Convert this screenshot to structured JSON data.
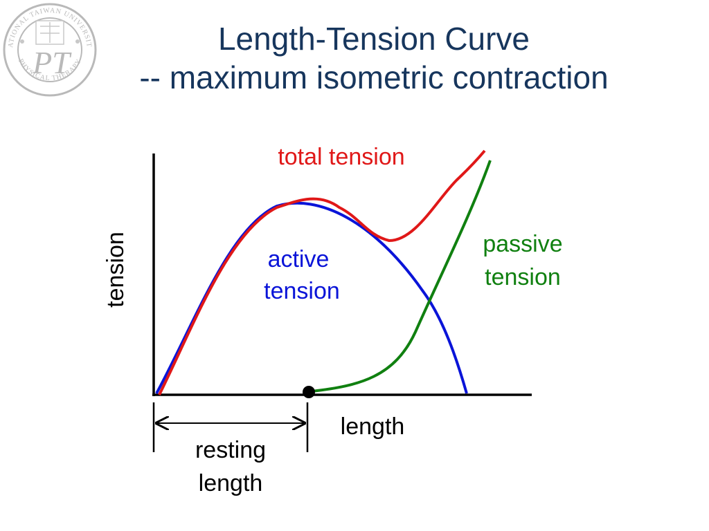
{
  "slide": {
    "title_line1": "Length-Tension Curve",
    "title_line2": "-- maximum isometric contraction"
  },
  "logo": {
    "ring_text_top": "NATIONAL TAIWAN UNIVERSITY",
    "ring_text_bottom": "PHYSICAL THERAPY",
    "monogram": "PT",
    "color": "#b9b9b9"
  },
  "diagram": {
    "labels": {
      "total_tension": "total tension",
      "active_tension_1": "active",
      "active_tension_2": "tension",
      "passive_tension_1": "passive",
      "passive_tension_2": "tension",
      "y_axis": "tension",
      "x_axis": "length",
      "resting_length_1": "resting",
      "resting_length_2": "length"
    },
    "colors": {
      "title": "#17365d",
      "total": "#e01818",
      "active": "#0a14d8",
      "passive": "#108010",
      "axis": "#000000"
    }
  }
}
